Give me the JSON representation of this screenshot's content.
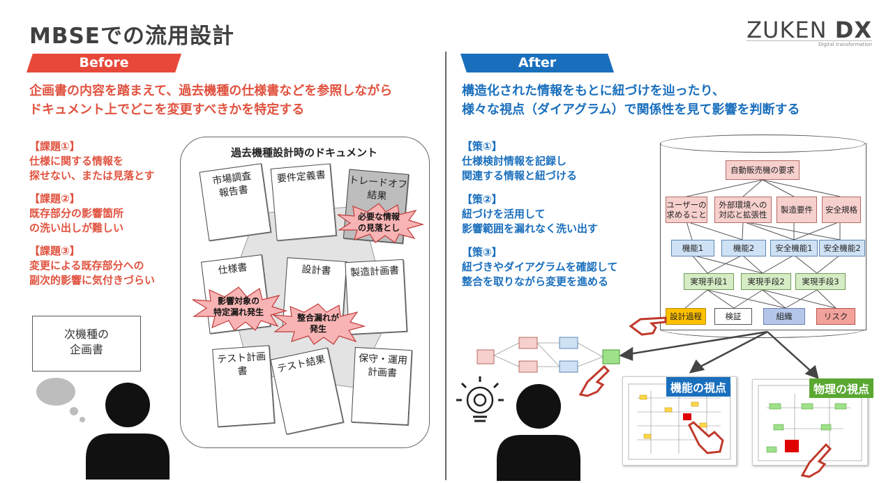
{
  "header": {
    "title": "MBSEでの流用設計",
    "logo_main": "ZUKEN",
    "logo_bold": "DX",
    "logo_sub": "Digital transformation"
  },
  "before": {
    "tag": "Before",
    "lead_line1": "企画書の内容を踏まえて、過去機種の仕様書などを参照しながら",
    "lead_line2": "ドキュメント上でどこを変更すべきかを特定する",
    "issues": [
      {
        "head": "【課題①】",
        "l1": "仕様に関する情報を",
        "l2": "探せない、または見落とす"
      },
      {
        "head": "【課題②】",
        "l1": "既存部分の影響箇所",
        "l2": "の洗い出しが難しい"
      },
      {
        "head": "【課題③】",
        "l1": "変更による既存部分への",
        "l2": "副次的影響に気付きづらい"
      }
    ],
    "panel_title": "過去機種設計時のドキュメント",
    "docs": {
      "market1": "市場調査",
      "market2": "報告書",
      "req": "要件定義書",
      "trade1": "トレードオフ",
      "trade2": "結果",
      "spec": "仕様書",
      "design": "設計書",
      "mfg": "製造計画書",
      "test_plan": "テスト計画書",
      "test_result": "テスト結果",
      "maint1": "保守・運用",
      "maint2": "計画書"
    },
    "bursts": {
      "miss1": "必要な情報",
      "miss2": "の見落とし",
      "impact1": "影響対象の",
      "impact2": "特定漏れ発生",
      "cons1": "整合漏れが",
      "cons2": "発生"
    },
    "note1": "次機種の",
    "note2": "企画書"
  },
  "after": {
    "tag": "After",
    "lead_line1": "構造化された情報をもとに紐づけを辿ったり、",
    "lead_line2": "様々な視点（ダイアグラム）で関係性を見て影響を判断する",
    "measures": [
      {
        "head": "【策①】",
        "l1": "仕様検討情報を記録し",
        "l2": "関連する情報と紐づける"
      },
      {
        "head": "【策②】",
        "l1": "紐づけを活用して",
        "l2": "影響範囲を漏れなく洗い出す"
      },
      {
        "head": "【策③】",
        "l1": "紐づきやダイアグラムを確認して",
        "l2": "整合を取りながら変更を進める"
      }
    ],
    "model": {
      "top": "自動販売機の要求",
      "reqs": [
        [
          "ユーザーの",
          "求めること"
        ],
        [
          "外部環境への",
          "対応と拡張性"
        ],
        [
          "製造要件",
          ""
        ],
        [
          "安全規格",
          ""
        ]
      ],
      "functions": [
        "機能1",
        "機能2",
        "安全機能1",
        "安全機能2"
      ],
      "means": [
        "実現手段1",
        "実現手段2",
        "実現手段3"
      ],
      "aspects": [
        "設計過程",
        "検証",
        "組織",
        "リスク"
      ]
    },
    "view_function": "機能の視点",
    "view_physical": "物理の視点"
  },
  "colors": {
    "red": "#e0523f",
    "blue": "#1a6fbd",
    "function_view": "#1a6fbd",
    "physical_view": "#5aa832"
  }
}
